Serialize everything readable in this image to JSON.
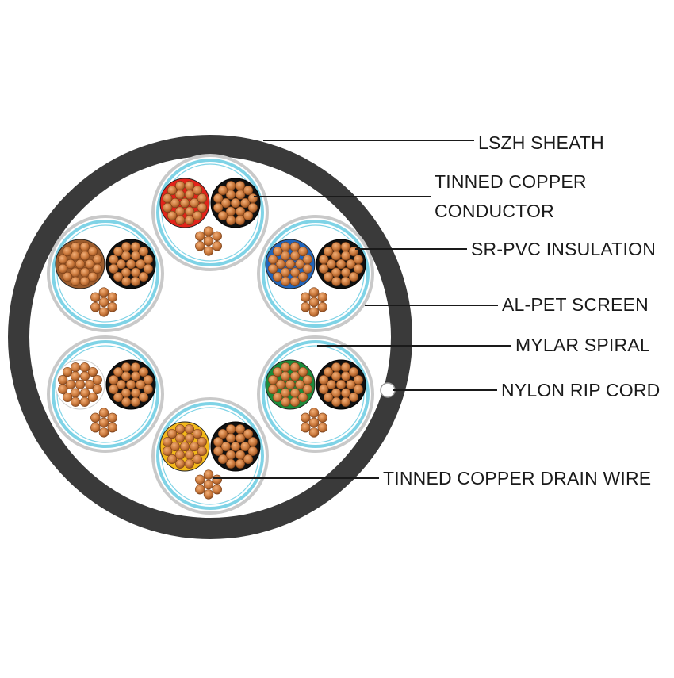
{
  "callouts": {
    "lszh_sheath": "LSZH SHEATH",
    "tinned_copper_conductor_1": "TINNED COPPER",
    "tinned_copper_conductor_2": "CONDUCTOR",
    "sr_pvc_insulation": "SR-PVC INSULATION",
    "al_pet_screen": "AL-PET SCREEN",
    "mylar_spiral": "MYLAR SPIRAL",
    "nylon_rip_cord": "NYLON RIP CORD",
    "tinned_copper_drain_wire": "TINNED COPPER DRAIN WIRE"
  },
  "colors": {
    "sheath": "#3a3a3a",
    "screen": "#7fd3e6",
    "conductor": "#c9773a",
    "leader_line": "#1a1a1a"
  },
  "pairs": [
    {
      "id": "pair-top",
      "insulation_a": "#e2231a",
      "insulation_b": "#111111"
    },
    {
      "id": "pair-upper-right",
      "insulation_a": "#2264b8",
      "insulation_b": "#111111"
    },
    {
      "id": "pair-lower-right",
      "insulation_a": "#1c8a3a",
      "insulation_b": "#111111"
    },
    {
      "id": "pair-bottom",
      "insulation_a": "#f3b81b",
      "insulation_b": "#111111"
    },
    {
      "id": "pair-lower-left",
      "insulation_a": "#ffffff",
      "insulation_b": "#111111"
    },
    {
      "id": "pair-upper-left",
      "insulation_a": "#9b5b2c",
      "insulation_b": "#111111"
    }
  ]
}
